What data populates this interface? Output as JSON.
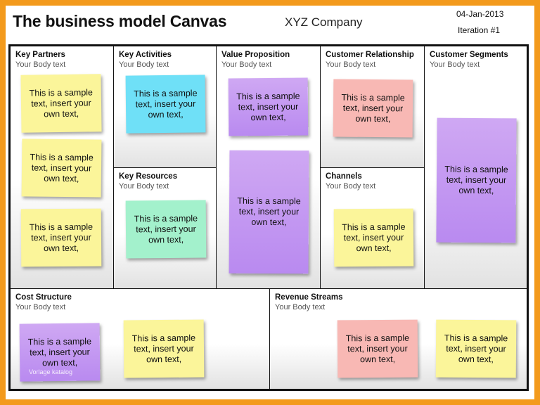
{
  "header": {
    "title": "The business model Canvas",
    "company": "XYZ Company",
    "date": "04-Jan-2013",
    "iteration": "Iteration #1"
  },
  "sections": {
    "key_partners": {
      "title": "Key Partners",
      "body": "Your Body text"
    },
    "key_activities": {
      "title": "Key Activities",
      "body": "Your Body text"
    },
    "key_resources": {
      "title": "Key Resources",
      "body": "Your Body text"
    },
    "value_proposition": {
      "title": "Value Proposition",
      "body": "Your Body text"
    },
    "customer_relationship": {
      "title": "Customer Relationship",
      "body": "Your Body text"
    },
    "channels": {
      "title": "Channels",
      "body": "Your Body text"
    },
    "customer_segments": {
      "title": "Customer Segments",
      "body": "Your Body text"
    },
    "cost_structure": {
      "title": "Cost Structure",
      "body": "Your Body text"
    },
    "revenue_streams": {
      "title": "Revenue Streams",
      "body": "Your Body text"
    }
  },
  "note_text": {
    "line1": "This is a sample",
    "line2": "text, insert your",
    "line3": "own text,"
  },
  "watermark": "Vorlage katalog",
  "colors": {
    "border": "#f39a1c",
    "note_yellow": "#fbf59a",
    "note_blue": "#6fe0f7",
    "note_purple": "#b98af0",
    "note_pink": "#f8b8b4",
    "note_green": "#a3f1cc"
  }
}
